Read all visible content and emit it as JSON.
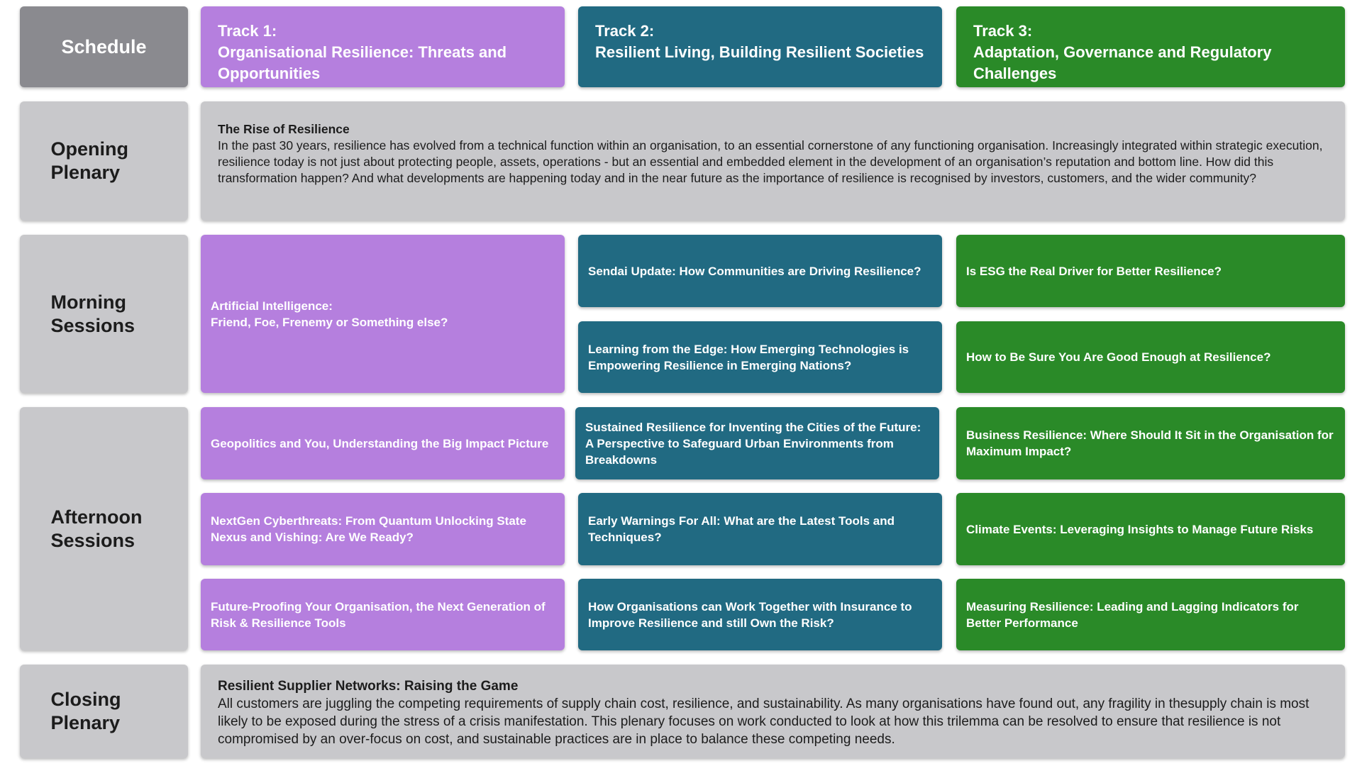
{
  "schedule_label": "Schedule",
  "tracks": [
    {
      "line1": "Track 1:",
      "line2": "Organisational Resilience: Threats and Opportunities"
    },
    {
      "line1": "Track 2:",
      "line2": "Resilient Living, Building Resilient Societies"
    },
    {
      "line1": "Track 3:",
      "line2": "Adaptation, Governance and Regulatory Challenges"
    }
  ],
  "rows": {
    "opening": "Opening Plenary",
    "morning": "Morning Sessions",
    "afternoon": "Afternoon Sessions",
    "closing": "Closing Plenary"
  },
  "opening_plenary": {
    "title": "The Rise of Resilience",
    "body": "In the past 30 years, resilience has evolved from a technical function within an organisation, to an essential cornerstone of any functioning organisation. Increasingly integrated within strategic execution, resilience today is not just about protecting people, assets, operations - but an essential and embedded element in the development of an organisation’s reputation and bottom line. How did this transformation happen? And what developments are happening today and in the near future as the importance of resilience is recognised by investors, customers, and the wider community?"
  },
  "morning": {
    "track1": "Artificial Intelligence:\nFriend, Foe, Frenemy or Something else?",
    "track2": [
      "Sendai Update: How Communities are Driving Resilience?",
      "Learning from the Edge: How Emerging Technologies is Empowering Resilience in Emerging Nations?"
    ],
    "track3": [
      "Is ESG the Real Driver for Better Resilience?",
      "How to Be Sure You Are Good Enough at Resilience?"
    ]
  },
  "afternoon": {
    "track1": [
      "Geopolitics and You, Understanding the Big Impact Picture",
      "NextGen Cyberthreats: From Quantum Unlocking State Nexus and Vishing: Are We Ready?",
      "Future-Proofing Your Organisation, the Next Generation of Risk & Resilience Tools"
    ],
    "track2": [
      "Sustained Resilience for Inventing the Cities of the Future: A Perspective to Safeguard Urban Environments from Breakdowns",
      "Early Warnings For All: What are the Latest Tools and Techniques?",
      "How Organisations can Work Together with Insurance to Improve Resilience and still Own the Risk?"
    ],
    "track3": [
      "Business Resilience: Where Should It Sit in the Organisation for Maximum Impact?",
      "Climate Events: Leveraging Insights to Manage Future Risks",
      "Measuring Resilience: Leading and Lagging Indicators for Better Performance"
    ]
  },
  "closing_plenary": {
    "title": "Resilient Supplier Networks: Raising the Game",
    "body": "All customers are juggling the competing requirements of supply chain cost, resilience, and sustainability. As many organisations have found out, any fragility in thesupply chain is most likely to be exposed during the stress of a crisis manifestation. This plenary focuses on work conducted to look at how this trilemma can be resolved to ensure that resilience is not compromised by an over-focus on cost, and sustainable practices are in place to balance these competing needs."
  },
  "colors": {
    "track1": "#b57fde",
    "track2": "#216a82",
    "track3": "#2a8a28",
    "header_gray": "#8a8a8f",
    "row_gray": "#c8c8cb"
  }
}
